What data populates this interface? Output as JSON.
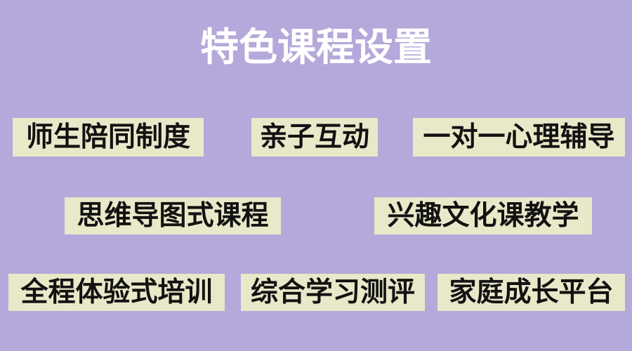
{
  "slide": {
    "title": "特色课程设置",
    "background_color": "#b5a8da",
    "title_color": "#ffffff",
    "tag_fill_color": "#e9e8c9",
    "tag_text_color": "#121212"
  },
  "rows": [
    {
      "tags": [
        {
          "label": "师生陪同制度"
        },
        {
          "label": "亲子互动"
        },
        {
          "label": "一对一心理辅导"
        }
      ]
    },
    {
      "tags": [
        {
          "label": "思维导图式课程"
        },
        {
          "label": "兴趣文化课教学"
        }
      ]
    },
    {
      "tags": [
        {
          "label": "全程体验式培训"
        },
        {
          "label": "综合学习测评"
        },
        {
          "label": "家庭成长平台"
        }
      ]
    }
  ]
}
